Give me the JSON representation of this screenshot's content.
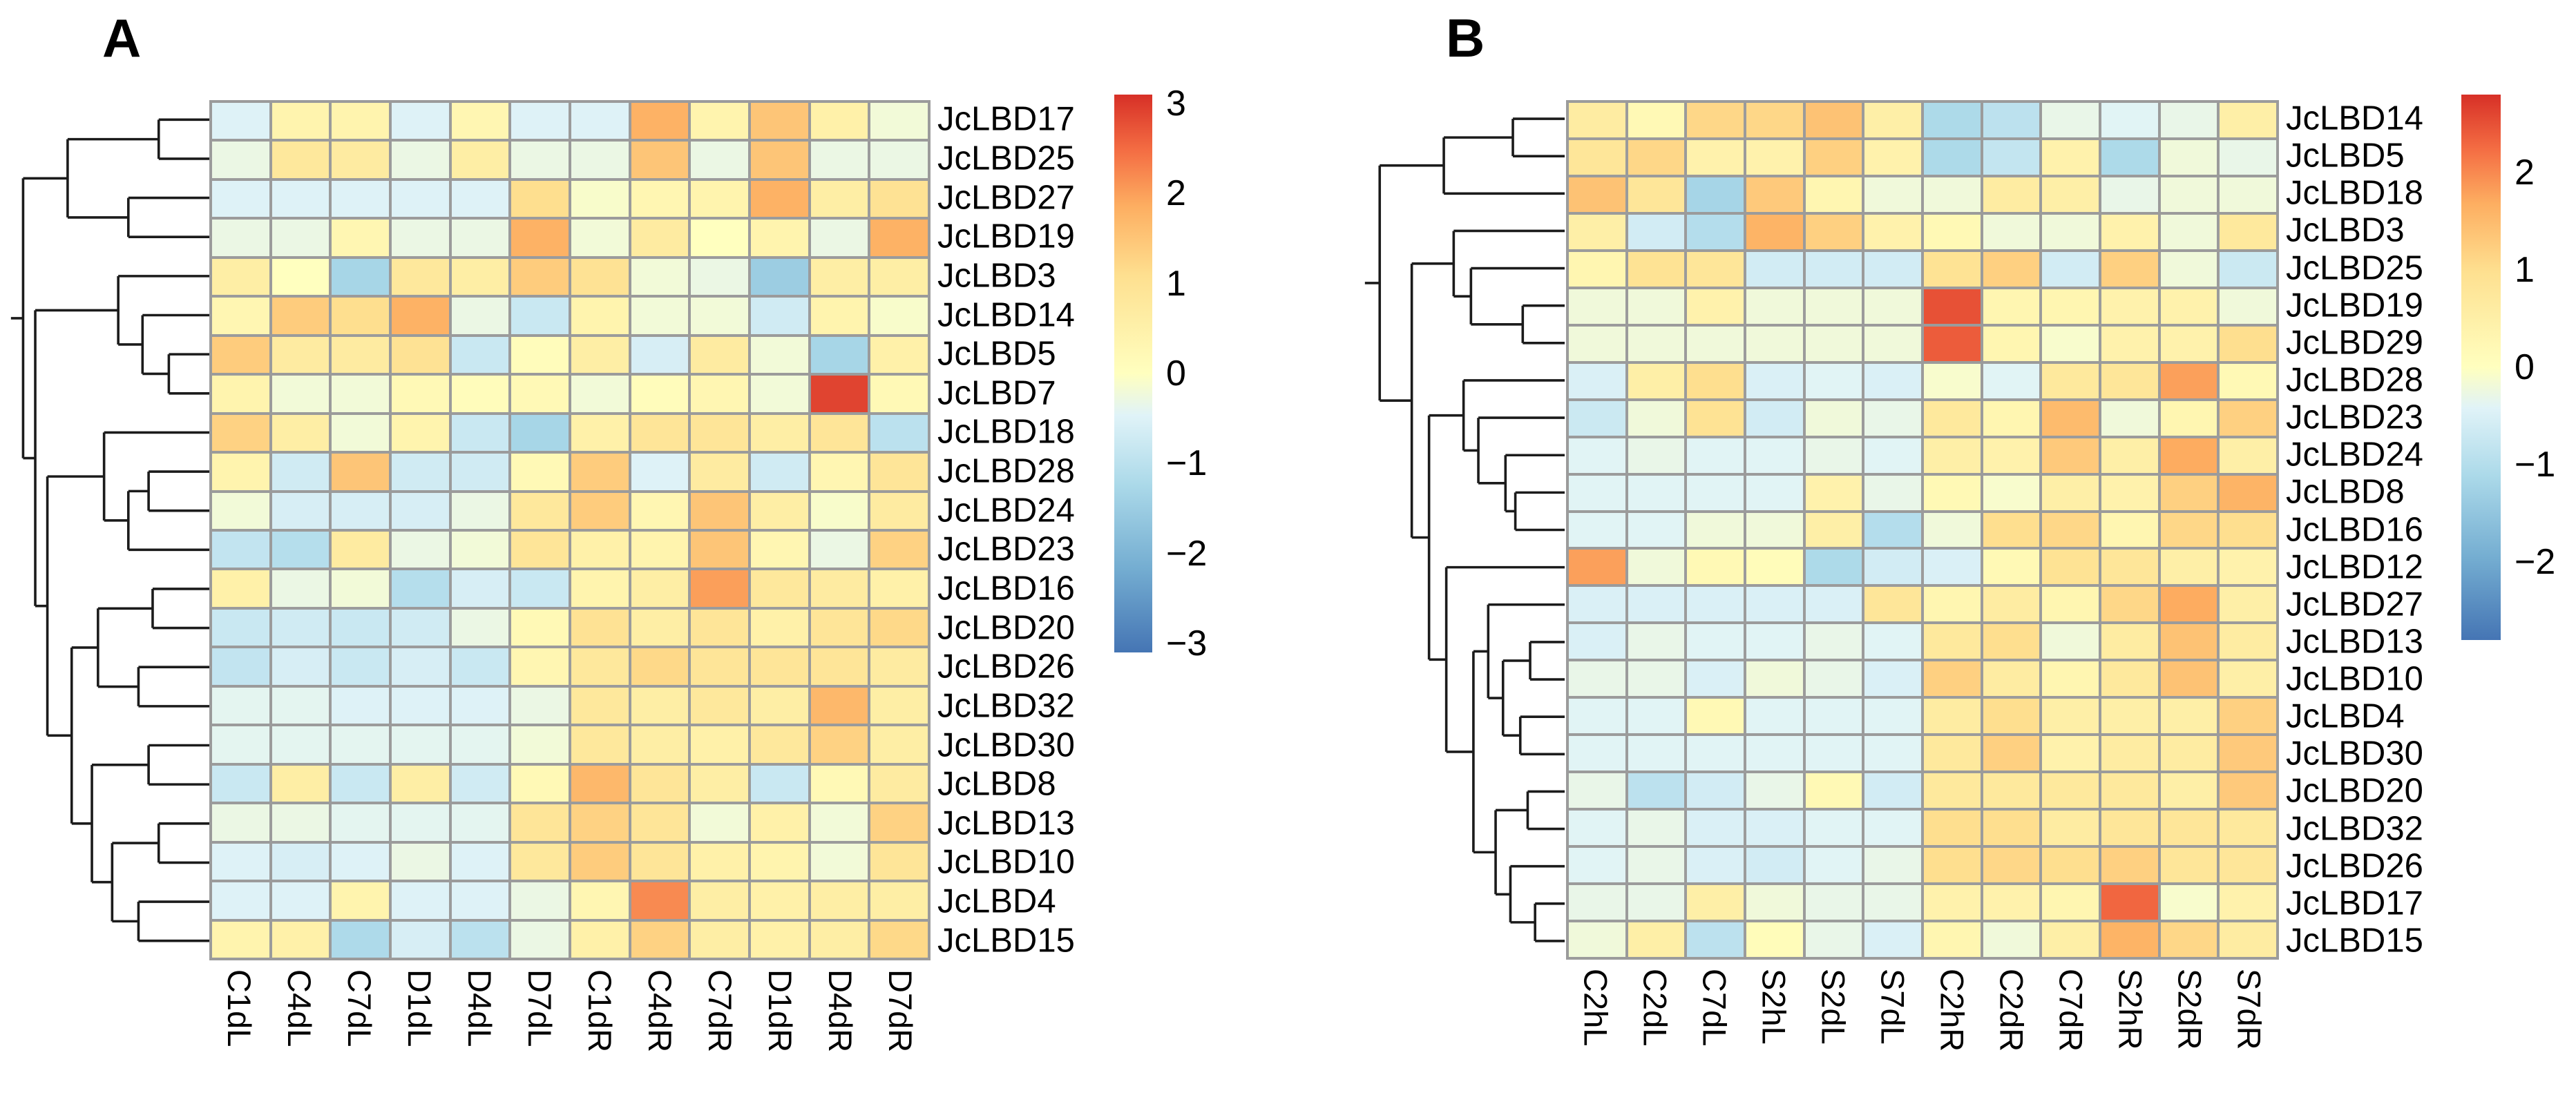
{
  "figure": {
    "type": "clustered-heatmap-pair",
    "description": "Hierarchical clustering heatmaps of JcLBD gene expression"
  },
  "chart_data": [
    {
      "type": "heatmap",
      "panel_label": "A",
      "legend_position": "right",
      "colormap": "RdYlBu",
      "rows": [
        "JcLBD17",
        "JcLBD25",
        "JcLBD27",
        "JcLBD19",
        "JcLBD3",
        "JcLBD14",
        "JcLBD5",
        "JcLBD7",
        "JcLBD18",
        "JcLBD28",
        "JcLBD24",
        "JcLBD23",
        "JcLBD16",
        "JcLBD20",
        "JcLBD26",
        "JcLBD32",
        "JcLBD30",
        "JcLBD8",
        "JcLBD13",
        "JcLBD10",
        "JcLBD4",
        "JcLBD15"
      ],
      "cols": [
        "C1dL",
        "C4dL",
        "C7dL",
        "D1dL",
        "D4dL",
        "D7dL",
        "C1dR",
        "C4dR",
        "C7dR",
        "D1dR",
        "D4dR",
        "D7dR"
      ],
      "vmax": 3.1,
      "vmin": -3.1,
      "colorbar_ticks": [
        "3",
        "2",
        "1",
        "0",
        "-1",
        "-2",
        "-3"
      ],
      "values": [
        [
          -0.5,
          0.4,
          0.4,
          -0.5,
          0.3,
          -0.5,
          -0.5,
          1.8,
          0.4,
          1.5,
          0.5,
          -0.2
        ],
        [
          -0.3,
          0.8,
          0.7,
          -0.3,
          0.6,
          -0.3,
          -0.3,
          1.5,
          -0.3,
          1.5,
          -0.3,
          -0.3
        ],
        [
          -0.5,
          -0.5,
          -0.5,
          -0.5,
          -0.5,
          1.1,
          -0.1,
          0.3,
          0.4,
          1.8,
          0.6,
          1.0
        ],
        [
          -0.3,
          -0.3,
          0.3,
          -0.3,
          -0.3,
          1.8,
          -0.2,
          0.7,
          0.0,
          0.4,
          -0.3,
          1.8
        ],
        [
          0.6,
          0.0,
          -1.3,
          0.8,
          0.6,
          1.4,
          1.0,
          -0.2,
          -0.3,
          -1.5,
          0.6,
          0.6
        ],
        [
          0.3,
          1.4,
          1.1,
          1.8,
          -0.3,
          -0.8,
          0.4,
          -0.2,
          -0.2,
          -0.7,
          0.4,
          -0.1
        ],
        [
          1.4,
          0.7,
          0.7,
          1.0,
          -0.8,
          0.1,
          0.6,
          -0.6,
          0.7,
          -0.2,
          -1.3,
          0.5
        ],
        [
          0.4,
          -0.2,
          -0.2,
          0.2,
          0.1,
          0.2,
          -0.2,
          0.1,
          0.3,
          -0.2,
          2.9,
          0.2
        ],
        [
          1.3,
          0.6,
          -0.2,
          0.4,
          -0.8,
          -1.3,
          0.5,
          0.9,
          0.9,
          0.6,
          0.9,
          -1.0
        ],
        [
          0.4,
          -0.7,
          1.5,
          -0.7,
          -0.7,
          0.2,
          1.4,
          -0.5,
          0.7,
          -0.7,
          0.3,
          0.9
        ],
        [
          -0.2,
          -0.6,
          -0.6,
          -0.6,
          -0.3,
          0.8,
          1.4,
          0.3,
          1.5,
          0.6,
          -0.1,
          0.7
        ],
        [
          -0.9,
          -1.1,
          0.7,
          -0.3,
          -0.2,
          0.9,
          0.5,
          0.4,
          1.5,
          0.3,
          -0.3,
          1.3
        ],
        [
          0.5,
          -0.3,
          -0.2,
          -1.1,
          -0.6,
          -0.8,
          0.4,
          0.6,
          2.0,
          0.8,
          0.7,
          0.5
        ],
        [
          -0.8,
          -0.7,
          -0.8,
          -0.7,
          -0.3,
          0.2,
          1.0,
          0.6,
          0.9,
          0.5,
          0.9,
          1.2
        ],
        [
          -0.9,
          -0.6,
          -0.8,
          -0.6,
          -0.8,
          0.3,
          0.8,
          1.2,
          0.9,
          0.9,
          0.9,
          0.7
        ],
        [
          -0.4,
          -0.4,
          -0.5,
          -0.5,
          -0.5,
          -0.3,
          0.8,
          0.6,
          0.8,
          0.6,
          1.7,
          0.6
        ],
        [
          -0.4,
          -0.4,
          -0.4,
          -0.4,
          -0.4,
          -0.2,
          0.8,
          0.6,
          0.5,
          0.8,
          1.3,
          0.6
        ],
        [
          -0.8,
          0.6,
          -0.8,
          0.6,
          -0.7,
          0.2,
          1.7,
          0.9,
          0.6,
          -0.8,
          0.2,
          0.7
        ],
        [
          -0.3,
          -0.3,
          -0.4,
          -0.4,
          -0.4,
          0.9,
          1.3,
          0.9,
          -0.2,
          0.5,
          -0.2,
          1.3
        ],
        [
          -0.5,
          -0.6,
          -0.5,
          -0.3,
          -0.5,
          0.8,
          1.4,
          0.9,
          0.5,
          0.4,
          -0.2,
          0.9
        ],
        [
          -0.5,
          -0.5,
          0.4,
          -0.5,
          -0.5,
          -0.3,
          0.3,
          2.2,
          0.6,
          0.5,
          0.6,
          0.6
        ],
        [
          0.4,
          0.5,
          -1.2,
          -0.6,
          -1.0,
          -0.3,
          0.5,
          1.3,
          0.6,
          0.5,
          0.6,
          1.2
        ]
      ],
      "tree": {
        "h": 0.92,
        "c": [
          {
            "h": 0.7,
            "c": [
              {
                "h": 0.25,
                "c": [
                  0,
                  1
                ]
              },
              {
                "h": 0.4,
                "c": [
                  2,
                  3
                ]
              }
            ]
          },
          {
            "h": 0.86,
            "c": [
              {
                "h": 0.45,
                "c": [
                  4,
                  {
                    "h": 0.33,
                    "c": [
                      5,
                      {
                        "h": 0.2,
                        "c": [
                          6,
                          7
                        ]
                      }
                    ]
                  }
                ]
              },
              {
                "h": 0.8,
                "c": [
                  {
                    "h": 0.52,
                    "c": [
                      8,
                      {
                        "h": 0.4,
                        "c": [
                          {
                            "h": 0.3,
                            "c": [
                              9,
                              10
                            ]
                          },
                          11
                        ]
                      }
                    ]
                  },
                  {
                    "h": 0.68,
                    "c": [
                      {
                        "h": 0.55,
                        "c": [
                          {
                            "h": 0.28,
                            "c": [
                              12,
                              13
                            ]
                          },
                          {
                            "h": 0.35,
                            "c": [
                              14,
                              15
                            ]
                          }
                        ]
                      },
                      {
                        "h": 0.58,
                        "c": [
                          {
                            "h": 0.3,
                            "c": [
                              16,
                              17
                            ]
                          },
                          {
                            "h": 0.48,
                            "c": [
                              {
                                "h": 0.25,
                                "c": [
                                  18,
                                  19
                                ]
                              },
                              {
                                "h": 0.35,
                                "c": [
                                  20,
                                  21
                                ]
                              }
                            ]
                          }
                        ]
                      }
                    ]
                  }
                ]
              }
            ]
          }
        ]
      }
    },
    {
      "type": "heatmap",
      "panel_label": "B",
      "legend_position": "right",
      "colormap": "RdYlBu",
      "rows": [
        "JcLBD14",
        "JcLBD5",
        "JcLBD18",
        "JcLBD3",
        "JcLBD25",
        "JcLBD19",
        "JcLBD29",
        "JcLBD28",
        "JcLBD23",
        "JcLBD24",
        "JcLBD8",
        "JcLBD16",
        "JcLBD12",
        "JcLBD27",
        "JcLBD13",
        "JcLBD10",
        "JcLBD4",
        "JcLBD30",
        "JcLBD20",
        "JcLBD32",
        "JcLBD26",
        "JcLBD17",
        "JcLBD15"
      ],
      "cols": [
        "C2hL",
        "C2dL",
        "C7dL",
        "S2hL",
        "S2dL",
        "S7dL",
        "C2hR",
        "C2dR",
        "C7dR",
        "S2hR",
        "S2dR",
        "S7dR"
      ],
      "vmax": 2.8,
      "vmin": -2.8,
      "colorbar_ticks": [
        "2",
        "1",
        "0",
        "-1",
        "-2"
      ],
      "values": [
        [
          0.6,
          0.2,
          1.1,
          1.1,
          1.4,
          0.5,
          -1.1,
          -0.9,
          -0.3,
          -0.4,
          -0.3,
          0.5
        ],
        [
          0.8,
          1.1,
          0.4,
          0.4,
          1.2,
          0.4,
          -1.1,
          -0.8,
          0.4,
          -1.1,
          -0.2,
          -0.3
        ],
        [
          1.4,
          0.8,
          -1.2,
          1.3,
          0.3,
          -0.2,
          -0.2,
          0.6,
          0.5,
          -0.3,
          -0.2,
          -0.2
        ],
        [
          0.5,
          -0.6,
          -1.0,
          1.6,
          1.2,
          0.4,
          0.2,
          -0.2,
          -0.2,
          0.4,
          -0.2,
          0.7
        ],
        [
          0.3,
          0.9,
          0.8,
          -0.6,
          -0.6,
          -0.6,
          0.9,
          1.2,
          -0.6,
          1.2,
          -0.2,
          -0.7
        ],
        [
          -0.2,
          -0.2,
          0.4,
          -0.2,
          -0.2,
          -0.2,
          2.5,
          0.3,
          0.3,
          0.4,
          0.4,
          -0.2
        ],
        [
          -0.2,
          -0.2,
          -0.2,
          -0.2,
          -0.2,
          -0.2,
          2.4,
          0.3,
          -0.1,
          0.4,
          0.4,
          1.0
        ],
        [
          -0.5,
          0.5,
          1.0,
          -0.5,
          -0.4,
          -0.5,
          -0.1,
          -0.4,
          0.7,
          0.8,
          1.8,
          0.2
        ],
        [
          -0.7,
          -0.2,
          0.9,
          -0.6,
          -0.2,
          -0.3,
          0.7,
          0.3,
          1.5,
          -0.2,
          0.3,
          1.2
        ],
        [
          -0.4,
          -0.3,
          -0.4,
          -0.4,
          -0.3,
          -0.4,
          0.5,
          0.4,
          1.3,
          0.5,
          1.7,
          0.5
        ],
        [
          -0.4,
          -0.4,
          -0.4,
          -0.4,
          0.4,
          -0.3,
          0.2,
          -0.1,
          0.5,
          0.4,
          1.2,
          1.6
        ],
        [
          -0.4,
          -0.4,
          -0.2,
          -0.2,
          0.5,
          -1.0,
          -0.2,
          1.0,
          1.1,
          0.3,
          1.1,
          1.0
        ],
        [
          1.8,
          -0.2,
          0.2,
          0.1,
          -1.1,
          -0.6,
          -0.5,
          0.2,
          0.9,
          0.8,
          0.5,
          0.4
        ],
        [
          -0.5,
          -0.5,
          -0.5,
          -0.5,
          -0.5,
          0.8,
          0.3,
          0.6,
          0.3,
          1.1,
          1.7,
          0.5
        ],
        [
          -0.5,
          -0.3,
          -0.4,
          -0.4,
          -0.3,
          -0.4,
          0.7,
          1.0,
          -0.2,
          0.6,
          1.4,
          0.6
        ],
        [
          -0.3,
          -0.3,
          -0.5,
          -0.2,
          -0.3,
          -0.5,
          1.2,
          0.6,
          0.3,
          0.7,
          1.4,
          0.5
        ],
        [
          -0.4,
          -0.4,
          0.2,
          -0.4,
          -0.4,
          -0.4,
          0.6,
          1.0,
          0.5,
          0.5,
          0.5,
          1.2
        ],
        [
          -0.4,
          -0.4,
          -0.4,
          -0.4,
          -0.4,
          -0.4,
          0.7,
          1.2,
          0.4,
          0.6,
          0.6,
          1.3
        ],
        [
          -0.3,
          -0.9,
          -0.6,
          -0.3,
          0.2,
          -0.6,
          0.7,
          0.7,
          0.7,
          0.7,
          0.5,
          1.3
        ],
        [
          -0.4,
          -0.3,
          -0.5,
          -0.5,
          -0.4,
          -0.4,
          1.0,
          1.0,
          0.6,
          0.8,
          0.8,
          0.7
        ],
        [
          -0.4,
          -0.3,
          -0.5,
          -0.6,
          -0.4,
          -0.3,
          1.0,
          1.1,
          1.0,
          1.2,
          0.8,
          0.8
        ],
        [
          -0.3,
          -0.3,
          0.5,
          -0.2,
          -0.3,
          -0.3,
          0.4,
          0.4,
          0.3,
          2.3,
          -0.1,
          0.4
        ],
        [
          -0.2,
          0.5,
          -0.9,
          0.1,
          -0.3,
          -0.5,
          0.3,
          -0.2,
          0.5,
          1.6,
          1.1,
          0.6
        ]
      ],
      "tree": {
        "h": 0.75,
        "c": [
          {
            "h": 0.49,
            "c": [
              {
                "h": 0.21,
                "c": [
                  0,
                  1
                ]
              },
              2
            ]
          },
          {
            "h": 0.62,
            "c": [
              {
                "h": 0.45,
                "c": [
                  3,
                  {
                    "h": 0.38,
                    "c": [
                      4,
                      {
                        "h": 0.17,
                        "c": [
                          5,
                          6
                        ]
                      }
                    ]
                  }
                ]
              },
              {
                "h": 0.55,
                "c": [
                  {
                    "h": 0.41,
                    "c": [
                      7,
                      {
                        "h": 0.35,
                        "c": [
                          8,
                          {
                            "h": 0.24,
                            "c": [
                              9,
                              {
                                "h": 0.2,
                                "c": [
                                  10,
                                  11
                                ]
                              }
                            ]
                          }
                        ]
                      }
                    ]
                  },
                  {
                    "h": 0.48,
                    "c": [
                      12,
                      {
                        "h": 0.37,
                        "c": [
                          {
                            "h": 0.31,
                            "c": [
                              13,
                              {
                                "h": 0.25,
                                "c": [
                                  {
                                    "h": 0.14,
                                    "c": [
                                      14,
                                      15
                                    ]
                                  },
                                  {
                                    "h": 0.18,
                                    "c": [
                                      16,
                                      17
                                    ]
                                  }
                                ]
                              }
                            ]
                          },
                          {
                            "h": 0.28,
                            "c": [
                              {
                                "h": 0.15,
                                "c": [
                                  18,
                                  19
                                ]
                              },
                              {
                                "h": 0.22,
                                "c": [
                                  20,
                                  {
                                    "h": 0.12,
                                    "c": [
                                      21,
                                      22
                                    ]
                                  }
                                ]
                              }
                            ]
                          }
                        ]
                      }
                    ]
                  }
                ]
              }
            ]
          }
        ]
      }
    }
  ],
  "colors": {
    "grid_line": "#9b9b9b",
    "dendrogram_line": "#1b1b1b",
    "palette_stops": [
      [
        -1.0,
        "#4575b4"
      ],
      [
        -0.7,
        "#74add1"
      ],
      [
        -0.4,
        "#abd9e9"
      ],
      [
        -0.15,
        "#e0f3f8"
      ],
      [
        0.0,
        "#ffffbf"
      ],
      [
        0.35,
        "#fee090"
      ],
      [
        0.6,
        "#fdae61"
      ],
      [
        0.8,
        "#f46d43"
      ],
      [
        1.0,
        "#d73027"
      ]
    ]
  }
}
